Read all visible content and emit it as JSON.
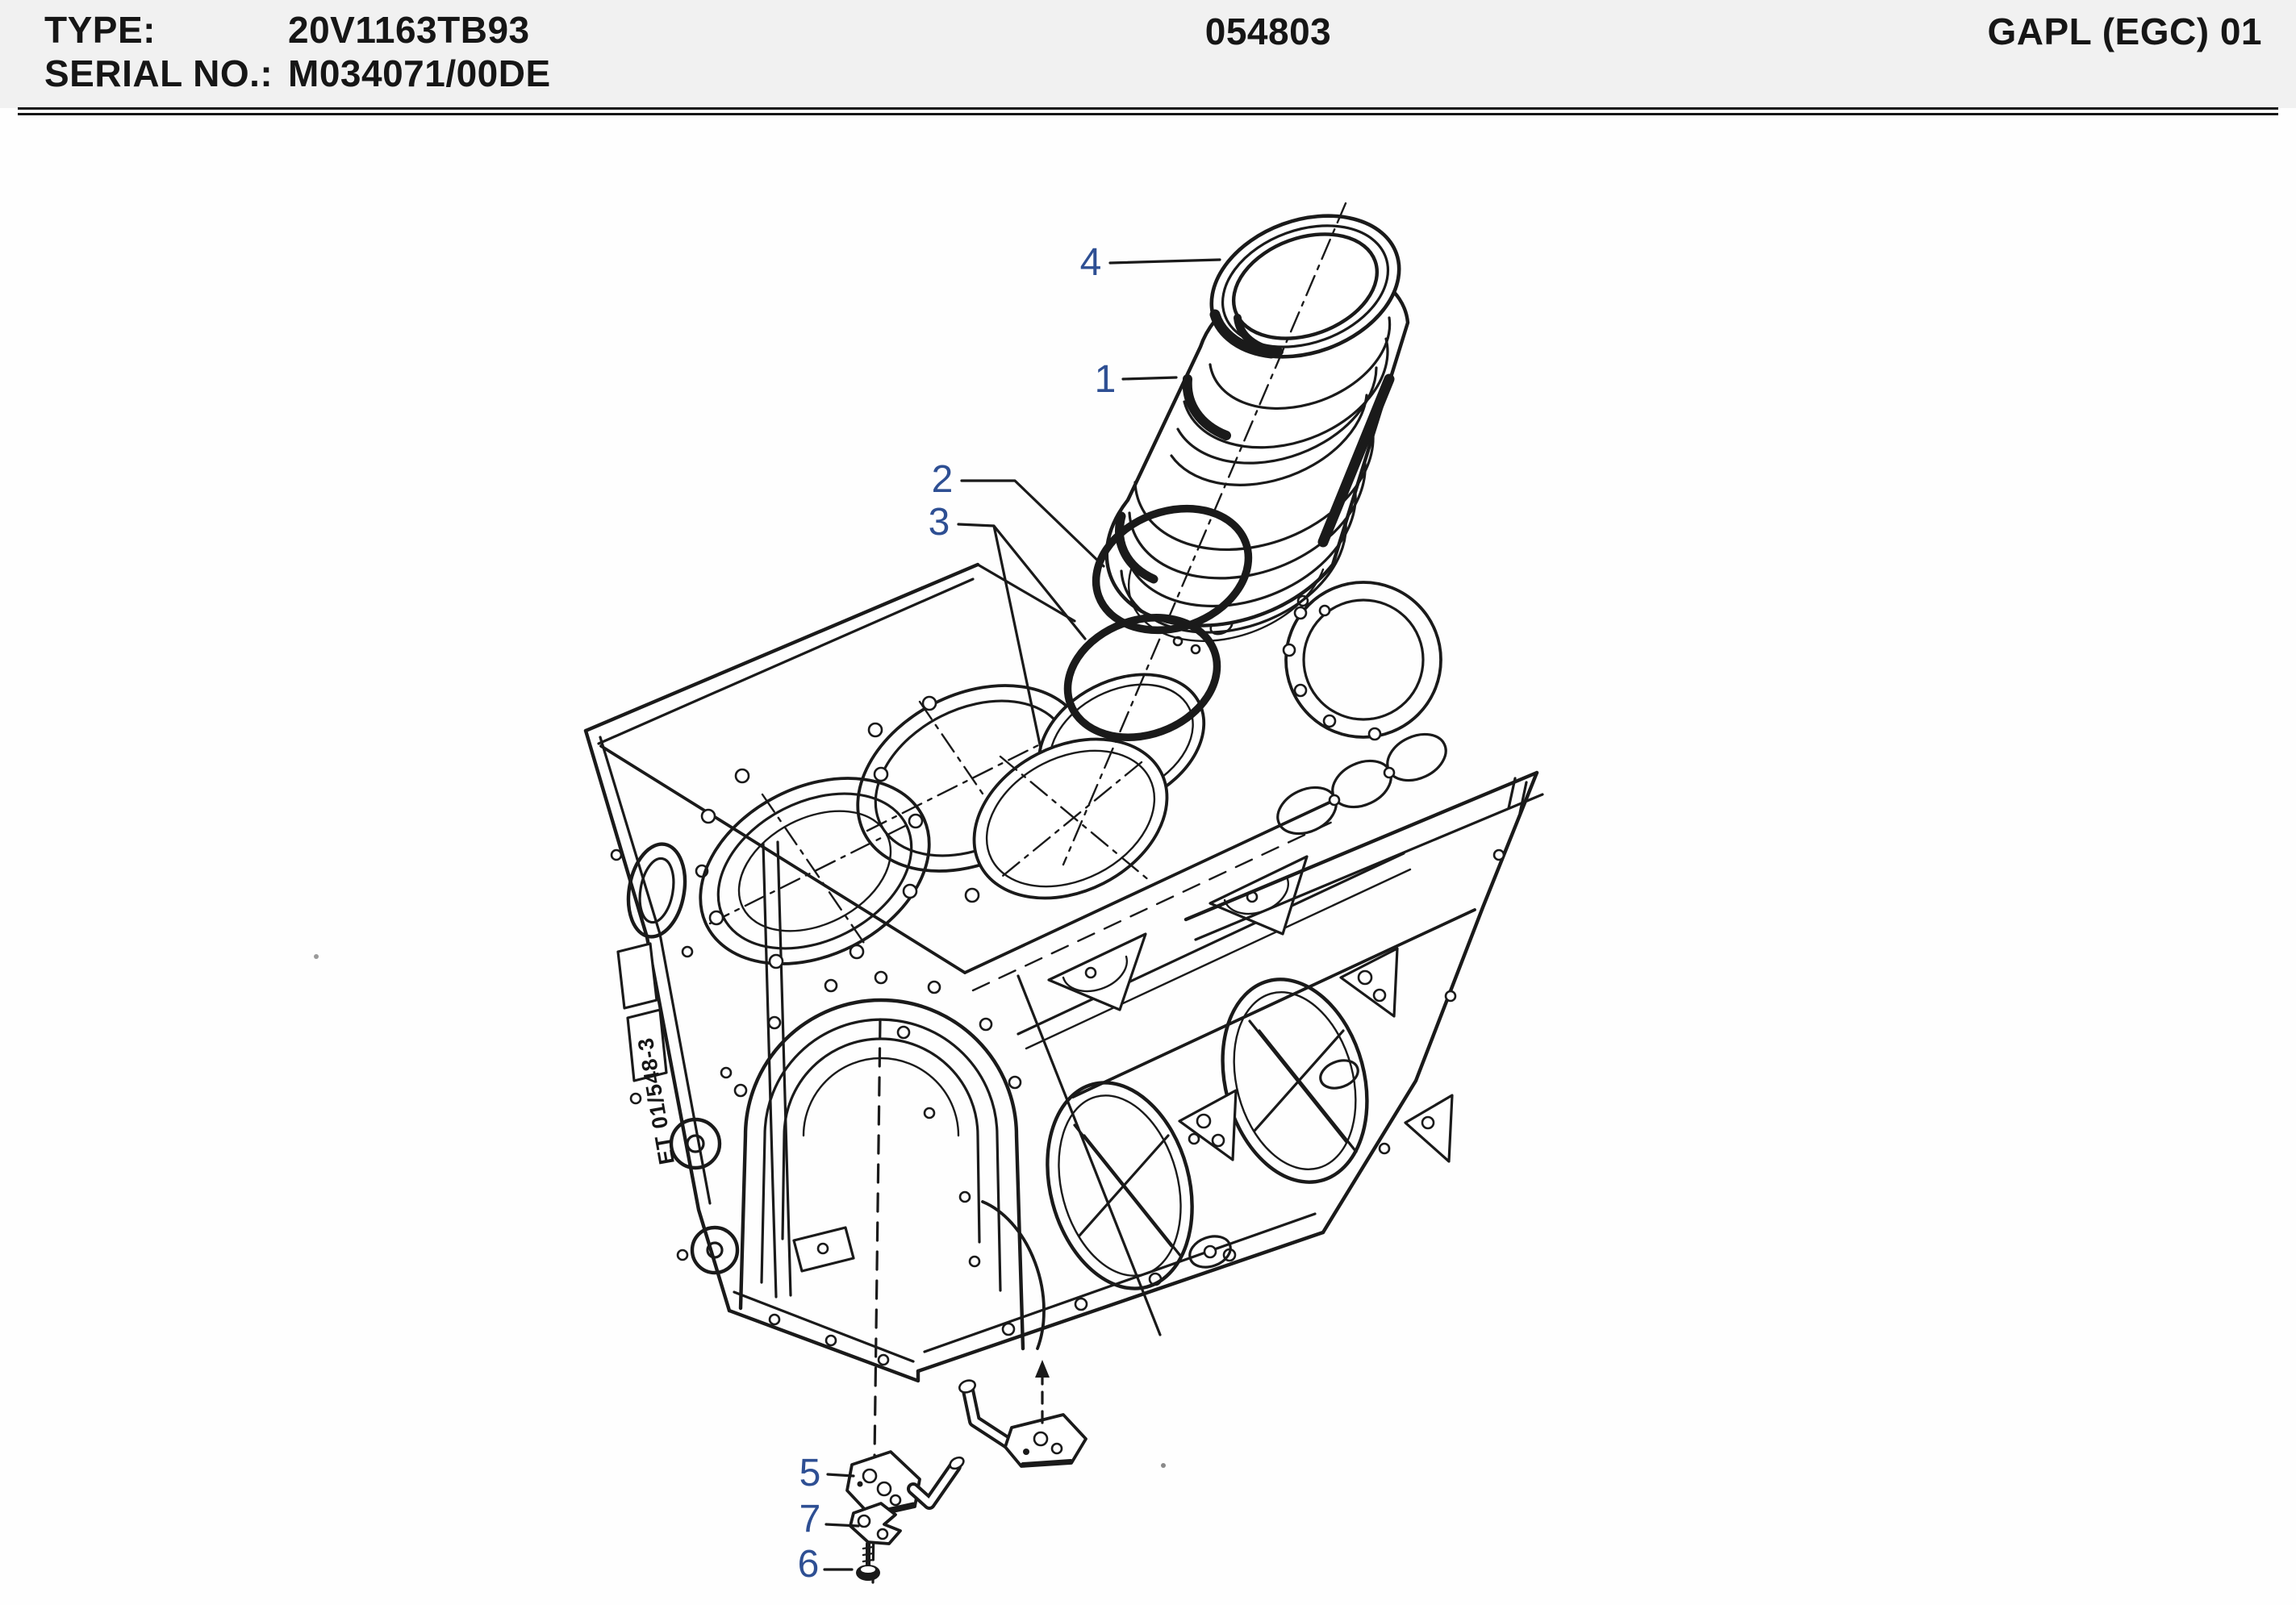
{
  "header": {
    "type_label": "TYPE:",
    "type_value": "20V1163TB93",
    "serial_label": "SERIAL NO.:",
    "serial_value": "M034071/00DE",
    "page_code": "054803",
    "group_code": "GAPL (EGC) 01"
  },
  "diagram": {
    "reference_code": "ET 01/548-3",
    "callouts": [
      {
        "label": "1"
      },
      {
        "label": "2"
      },
      {
        "label": "3"
      },
      {
        "label": "4"
      },
      {
        "label": "5"
      },
      {
        "label": "6"
      },
      {
        "label": "7"
      }
    ]
  },
  "colors": {
    "callout_blue": "#2e4f93",
    "line_black": "#1a1a1a",
    "background": "#ffffff"
  }
}
